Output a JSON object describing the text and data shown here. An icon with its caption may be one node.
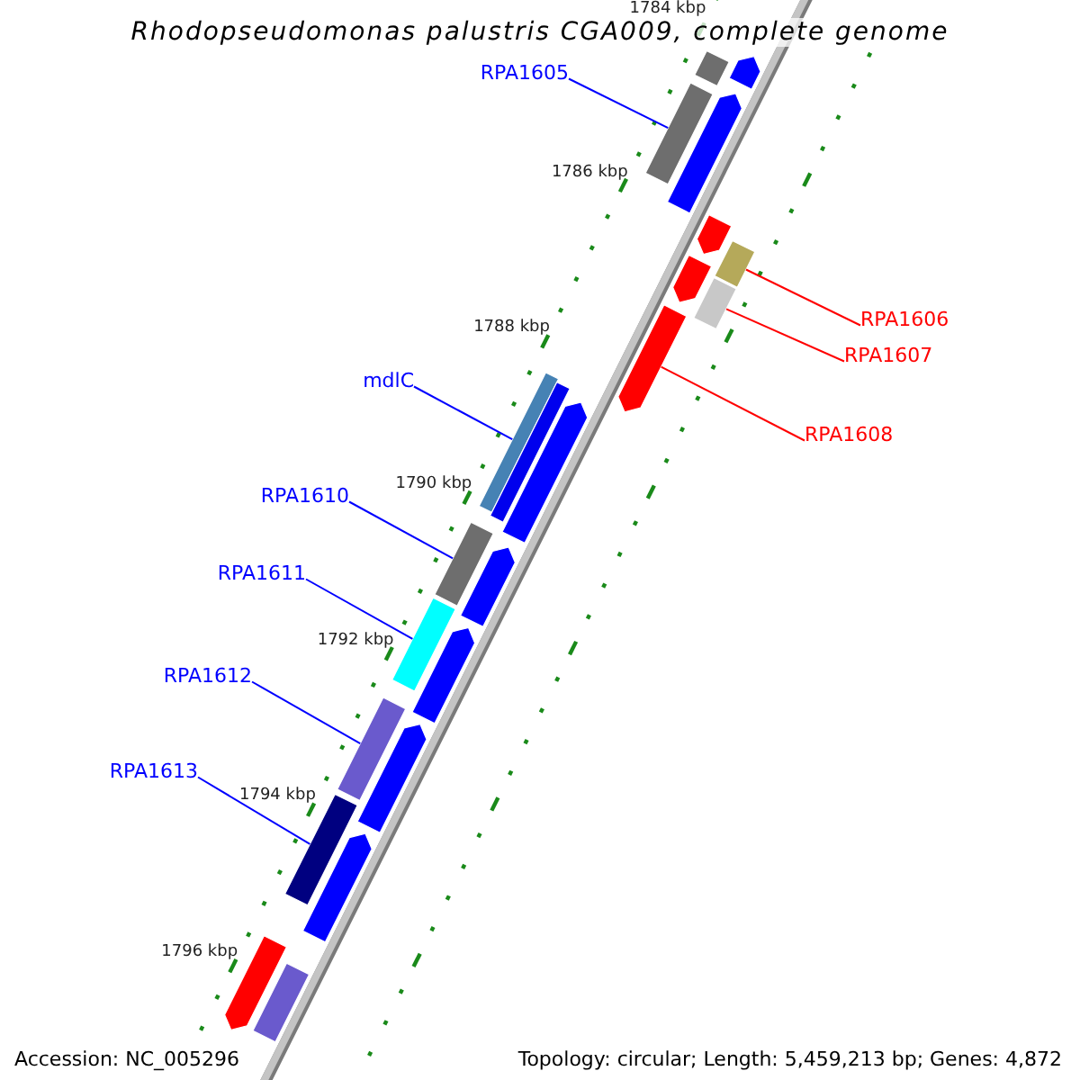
{
  "diagram": {
    "title": "Rhodopseudomonas palustris CGA009, complete genome",
    "nodes": [
      {
        "text": [
          "RPA1605"
        ]
      },
      {
        "text": [],
        "shape": "bar"
      },
      {
        "text": [
          "RPA1606"
        ]
      },
      {
        "text": [],
        "shape": "bar"
      },
      {
        "text": [
          "RPA1607"
        ]
      },
      {
        "text": [],
        "shape": "bar"
      },
      {
        "text": [
          "RPA1608"
        ]
      },
      {
        "text": [],
        "shape": "pentagon"
      },
      {
        "text": [
          "mdlC"
        ]
      },
      {
        "text": [],
        "shape": "bar"
      },
      {
        "text": [
          "RPA1610"
        ]
      },
      {
        "text": [],
        "shape": "bar"
      },
      {
        "text": [
          "RPA1611"
        ]
      },
      {
        "text": [],
        "shape": "bar"
      },
      {
        "text": [
          "RPA1612"
        ]
      },
      {
        "text": [],
        "shape": "bar"
      },
      {
        "text": [
          "RPA1613"
        ]
      },
      {
        "text": [],
        "shape": "bar"
      },
      {
        "text": [],
        "shape": "bar"
      },
      {
        "text": [],
        "shape": "pentagon"
      },
      {
        "text": [],
        "shape": "pentagon"
      },
      {
        "text": [],
        "shape": "pentagon"
      },
      {
        "text": [],
        "shape": "pentagon"
      },
      {
        "text": [],
        "shape": "bar"
      },
      {
        "text": [],
        "shape": "pentagon"
      },
      {
        "text": [],
        "shape": "pentagon"
      },
      {
        "text": [],
        "shape": "pentagon"
      },
      {
        "text": [],
        "shape": "pentagon"
      },
      {
        "text": [],
        "shape": "pentagon"
      },
      {
        "text": [],
        "shape": "pentagon"
      },
      {
        "text": [],
        "shape": "bar"
      }
    ],
    "edges": [
      {
        "from": 0,
        "to": 1,
        "arrow": "none"
      },
      {
        "from": 2,
        "to": 3,
        "arrow": "none",
        "color": "#ff0000"
      },
      {
        "from": 4,
        "to": 5,
        "arrow": "none",
        "color": "#ff0000"
      },
      {
        "from": 6,
        "to": 7,
        "arrow": "none",
        "color": "#ff0000"
      },
      {
        "from": 8,
        "to": 9,
        "arrow": "none"
      },
      {
        "from": 10,
        "to": 11,
        "arrow": "none"
      },
      {
        "from": 12,
        "to": 13,
        "arrow": "none"
      },
      {
        "from": 14,
        "to": 15,
        "arrow": "none"
      },
      {
        "from": 16,
        "to": 17,
        "arrow": "none"
      }
    ],
    "labels": [
      "1784 kbp",
      "1786 kbp",
      "1788 kbp",
      "1790 kbp",
      "1792 kbp",
      "1794 kbp",
      "1796 kbp",
      "Accession: NC_005296",
      "Topology: circular; Length: 5,459,213 bp; Genes: 4,872"
    ]
  }
}
